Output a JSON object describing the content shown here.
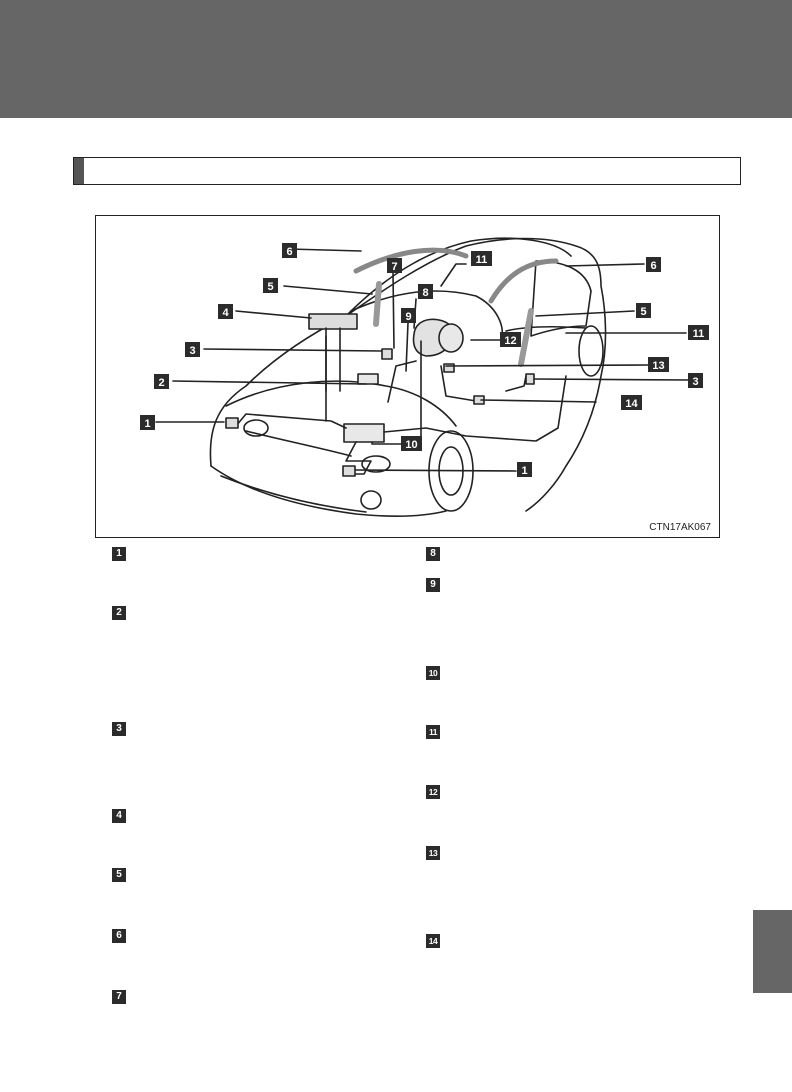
{
  "figure": {
    "code": "CTN17AK067"
  },
  "callouts": {
    "c1": "1",
    "c2": "2",
    "c3": "3",
    "c4": "4",
    "c5": "5",
    "c6": "6",
    "c7": "7",
    "c8": "8",
    "c9": "9",
    "c10": "10",
    "c11": "11",
    "c12": "12",
    "c13": "13",
    "c14": "14"
  },
  "legend": {
    "left": [
      "1",
      "2",
      "3",
      "4",
      "5",
      "6",
      "7"
    ],
    "right": [
      "8",
      "9",
      "10",
      "11",
      "12",
      "13",
      "14"
    ]
  },
  "colors": {
    "header": "#666666",
    "badge": "#2b2b2b",
    "tab": "#666666"
  }
}
